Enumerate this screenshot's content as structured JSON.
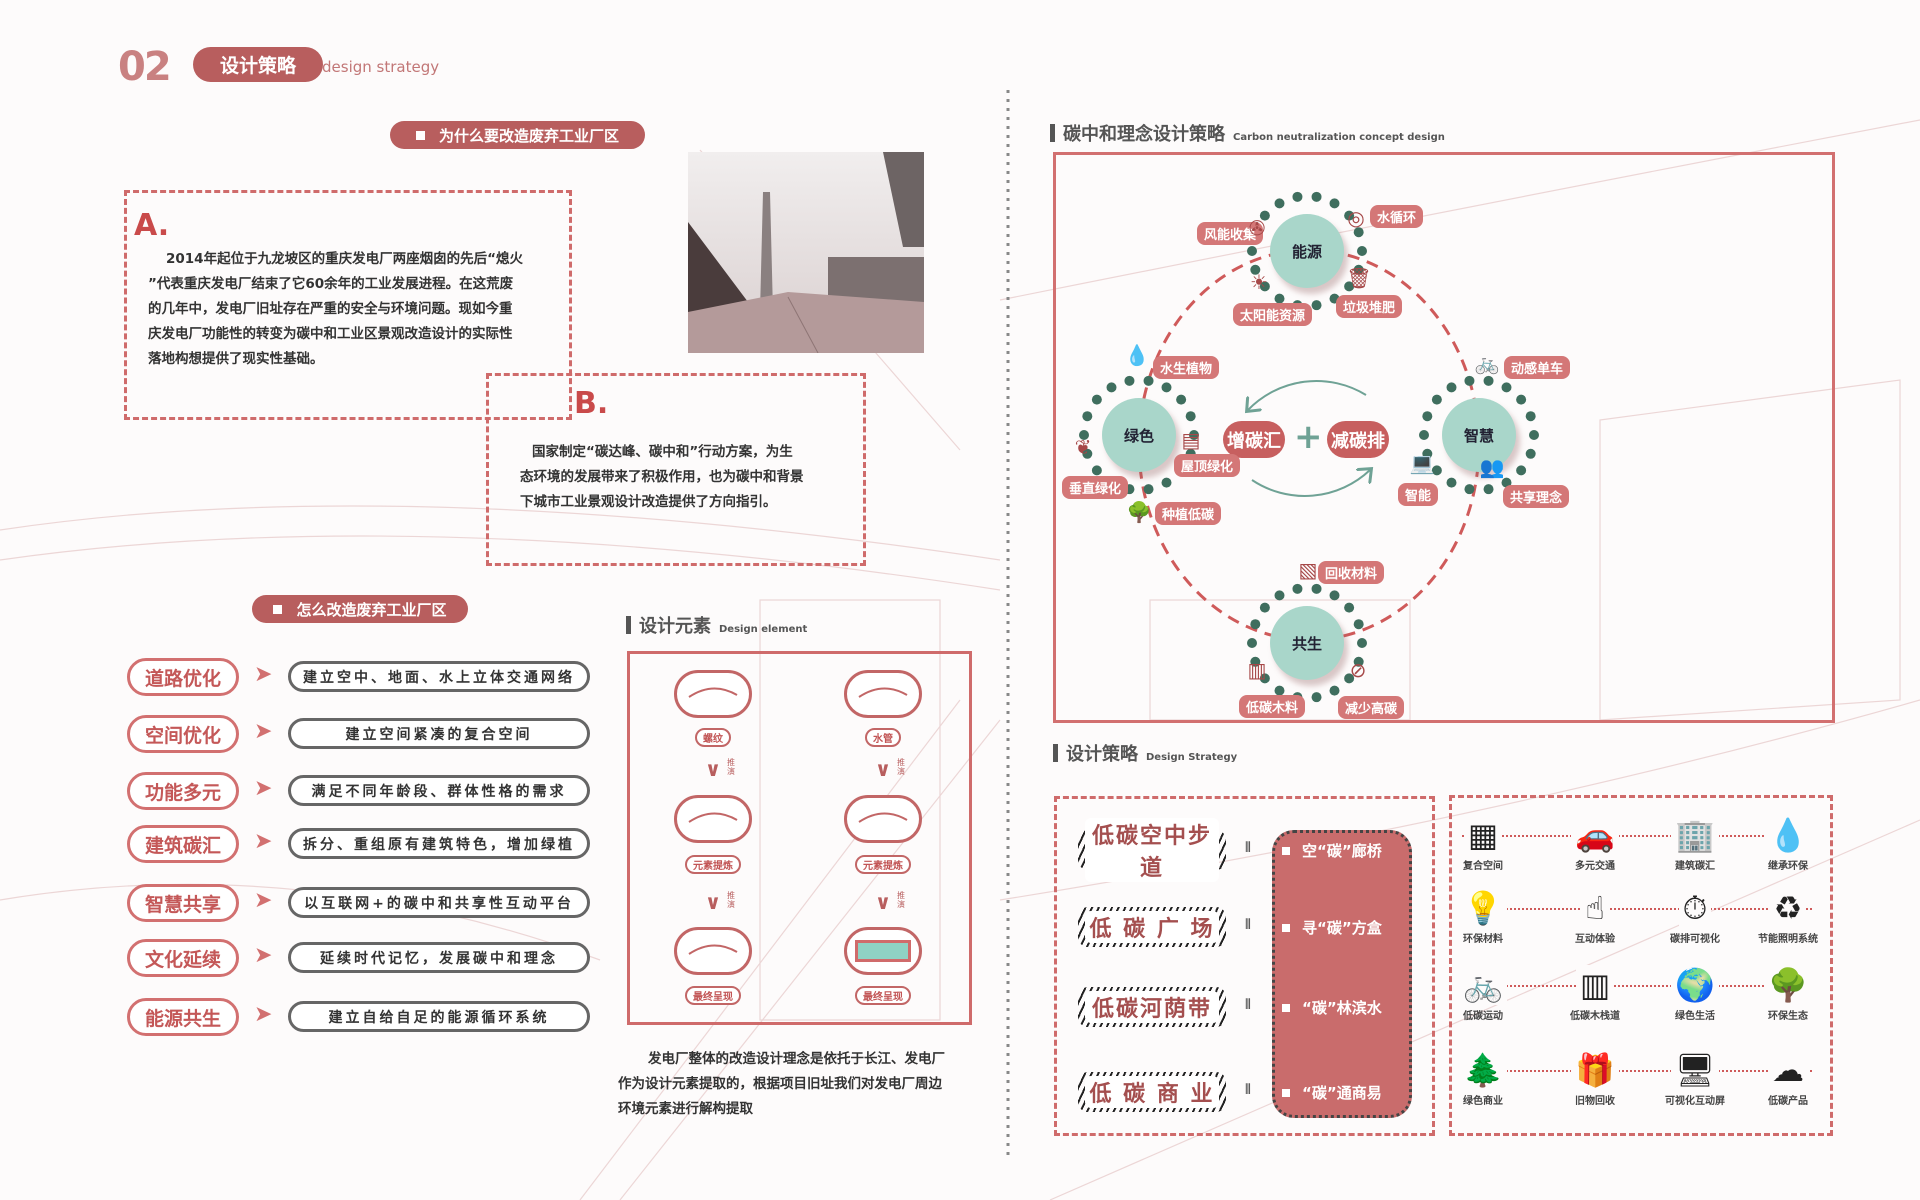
{
  "header": {
    "number": "02",
    "title": "设计策略",
    "subtitle": "design strategy"
  },
  "why": {
    "title": "为什么要改造废弃工业厂区",
    "a": {
      "letter": "A.",
      "lines": [
        "2014年起位于九龙坡区的重庆发电厂两座烟囱的先后“熄火",
        "”代表重庆发电厂结束了它60余年的工业发展进程。在这荒废",
        "的几年中，发电厂旧址存在严重的安全与环境问题。现如今重",
        "庆发电厂功能性的转变为碳中和工业区景观改造设计的实际性",
        "落地构想提供了现实性基础。"
      ]
    },
    "b": {
      "letter": "B.",
      "lines": [
        "国家制定“碳达峰、碳中和”行动方案，为生",
        "态环境的发展带来了积极作用，也为碳中和背景",
        "下城市工业景观设计改造提供了方向指引。"
      ]
    }
  },
  "how": {
    "title": "怎么改造废弃工业厂区",
    "arrow": "➤",
    "rows": [
      {
        "key": "道路优化",
        "desc": "建立空中、地面、水上立体交通网络"
      },
      {
        "key": "空间优化",
        "desc": "建立空间紧凑的复合空间"
      },
      {
        "key": "功能多元",
        "desc": "满足不同年龄段、群体性格的需求"
      },
      {
        "key": "建筑碳汇",
        "desc": "拆分、重组原有建筑特色，增加绿植"
      },
      {
        "key": "智慧共享",
        "desc": "以互联网+的碳中和共享性互动平台"
      },
      {
        "key": "文化延续",
        "desc": "延续时代记忆，发展碳中和理念"
      },
      {
        "key": "能源共生",
        "desc": "建立自给自足的能源循环系统"
      }
    ]
  },
  "element": {
    "title": "设计元素",
    "title_en": "Design element",
    "deduce": "推演",
    "left": [
      "螺纹",
      "元素提炼",
      "最终呈现"
    ],
    "right": [
      "水管",
      "元素提炼",
      "最终呈现"
    ],
    "para": [
      "发电厂整体的改造设计理念是依托于长江、发电厂",
      "作为设计元素提取的，根据项目旧址我们对发电厂周边",
      "环境元素进行解构提取"
    ]
  },
  "concept": {
    "title": "碳中和理念设计策略",
    "title_en": "Carbon neutralization concept design",
    "center": {
      "left": "增碳汇",
      "plus": "+",
      "right": "减碳排"
    },
    "cores": [
      "能源",
      "绿色",
      "智慧",
      "共生"
    ],
    "labels": [
      "风能收集",
      "水循环",
      "太阳能资源",
      "垃圾堆肥",
      "水生植物",
      "屋顶绿化",
      "垂直绿化",
      "种植低碳",
      "动感单车",
      "智能",
      "共享理念",
      "回收材料",
      "低碳木料",
      "减少高碳"
    ],
    "colors": {
      "red": "#c75f5f",
      "teal": "#a9d6ca",
      "dot": "#3f6e5e",
      "arrow": "#6fa295"
    }
  },
  "strategy": {
    "title": "设计策略",
    "title_en": "Design Strategy",
    "connector": "⫴",
    "zones": [
      "低碳空中步道",
      "低 碳 广 场",
      "低碳河荫带",
      "低 碳 商 业"
    ],
    "items": [
      "空“碳”廊桥",
      "寻“碳”方盒",
      "“碳”林滨水",
      "“碳”通商易"
    ],
    "grid": [
      {
        "label": "复合空间",
        "icon": "▦"
      },
      {
        "label": "多元交通",
        "icon": "🚗"
      },
      {
        "label": "建筑碳汇",
        "icon": "🏢"
      },
      {
        "label": "继承环保",
        "icon": "💧"
      },
      {
        "label": "环保材料",
        "icon": "💡"
      },
      {
        "label": "互动体验",
        "icon": "☝"
      },
      {
        "label": "碳排可视化",
        "icon": "⏱"
      },
      {
        "label": "节能照明系统",
        "icon": "♻"
      },
      {
        "label": "低碳运动",
        "icon": "🚲"
      },
      {
        "label": "低碳木栈道",
        "icon": "▥"
      },
      {
        "label": "绿色生活",
        "icon": "🌍"
      },
      {
        "label": "环保生态",
        "icon": "🌳"
      },
      {
        "label": "绿色商业",
        "icon": "🌲"
      },
      {
        "label": "旧物回收",
        "icon": "🎁"
      },
      {
        "label": "可视化互动屏",
        "icon": "🖥"
      },
      {
        "label": "低碳产品",
        "icon": "☁"
      }
    ]
  }
}
